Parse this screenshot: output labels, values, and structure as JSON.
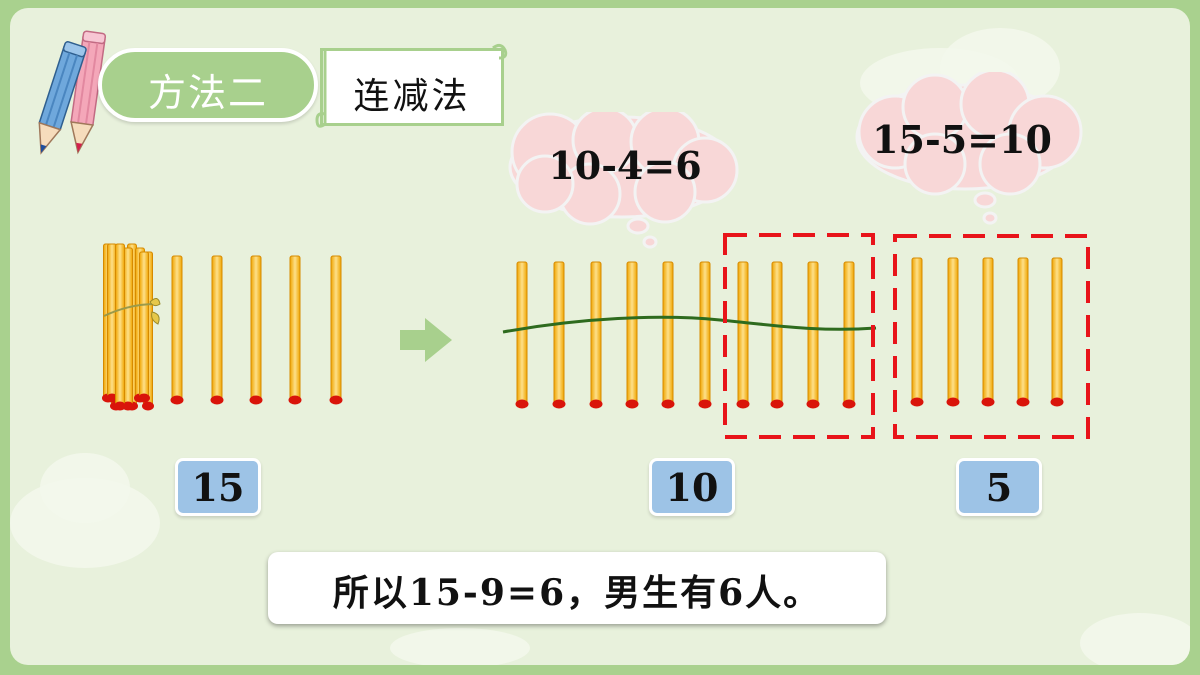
{
  "header": {
    "method_label": "方法二",
    "method_name": "连减法"
  },
  "bubbles": {
    "first_step": "10-4=6",
    "second_step": "15-5=10"
  },
  "counts": {
    "total": "15",
    "remaining": "10",
    "removed": "5"
  },
  "conclusion": "所以15-9=6，男生有6人。",
  "colors": {
    "background": "#e8f1dc",
    "frame": "#a9d18e",
    "stick": "#f5b316",
    "stick_tip": "#d9140a",
    "dashed_box": "#e8141a",
    "number_box": "#9dc3e6",
    "arrow": "#a8d08d"
  },
  "icons": [
    "pencils-icon",
    "arrow-right-icon",
    "rubber-band-icon"
  ]
}
